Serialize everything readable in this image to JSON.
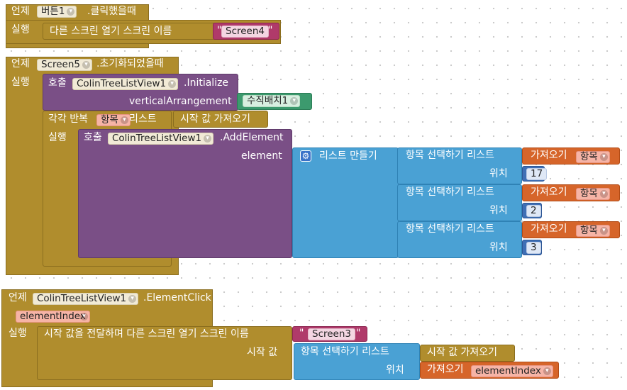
{
  "event1": {
    "when": "언제",
    "component": "버튼1",
    "event": ".클릭했을때",
    "do": "실행",
    "action": "다른 스크린 열기  스크린 이름",
    "screen_value": "Screen4"
  },
  "event2": {
    "when": "언제",
    "component": "Screen5",
    "event": ".초기화되었을때",
    "do": "실행",
    "call": "호출",
    "component_call": "ColinTreeListView1",
    "method_init": ".Initialize",
    "param_vertical": "verticalArrangement",
    "vertical_value": "수직배치1",
    "foreach": "각각 반복",
    "item_var": "항목",
    "list_label": "리스트",
    "start_value": "시작 값 가져오기",
    "loop_do": "실행",
    "call2": "호출",
    "component_call2": "ColinTreeListView1",
    "method_add": ".AddElement",
    "param_element": "element",
    "make_list": "리스트 만들기",
    "rows": [
      {
        "select": "항목 선택하기  리스트",
        "get": "가져오기",
        "get_var": "항목",
        "index_label": "위치",
        "index_value": "17"
      },
      {
        "select": "항목 선택하기  리스트",
        "get": "가져오기",
        "get_var": "항목",
        "index_label": "위치",
        "index_value": "2"
      },
      {
        "select": "항목 선택하기  리스트",
        "get": "가져오기",
        "get_var": "항목",
        "index_label": "위치",
        "index_value": "3"
      }
    ]
  },
  "event3": {
    "when": "언제",
    "component": "ColinTreeListView1",
    "event": ".ElementClick",
    "param": "elementIndex",
    "do": "실행",
    "action": "시작 값을 전달하며 다른 스크린 열기  스크린 이름",
    "screen_value": "Screen3",
    "start_value_label": "시작 값",
    "select": "항목 선택하기  리스트",
    "start_value": "시작 값 가져오기",
    "index_label": "위치",
    "get": "가져오기",
    "get_var": "elementIndex"
  },
  "colors": {
    "event": "#b08d2d",
    "procedure": "#7a4f86",
    "list": "#4aa1d4",
    "variable": "#d6652a",
    "text": "#b03a6a",
    "math": "#3f6fb5",
    "component": "#3c9a6e"
  }
}
